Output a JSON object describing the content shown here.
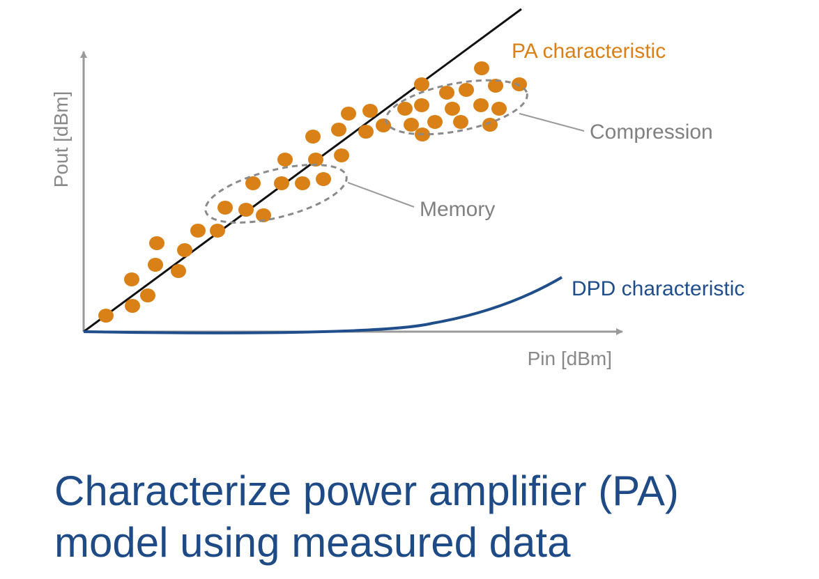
{
  "caption": {
    "line1": "Characterize power amplifier (PA)",
    "line2": "model using measured data"
  },
  "axes": {
    "x_label": "Pin [dBm]",
    "y_label": "Pout [dBm]"
  },
  "labels": {
    "pa": "PA characteristic",
    "dpd": "DPD characteristic",
    "memory": "Memory",
    "compression": "Compression"
  },
  "colors": {
    "pa": "#D98016",
    "dpd": "#1F4E8A",
    "caption": "#1E4A86",
    "axis": "#9A9A9A",
    "linear": "#111111",
    "annotation": "#808080"
  }
}
